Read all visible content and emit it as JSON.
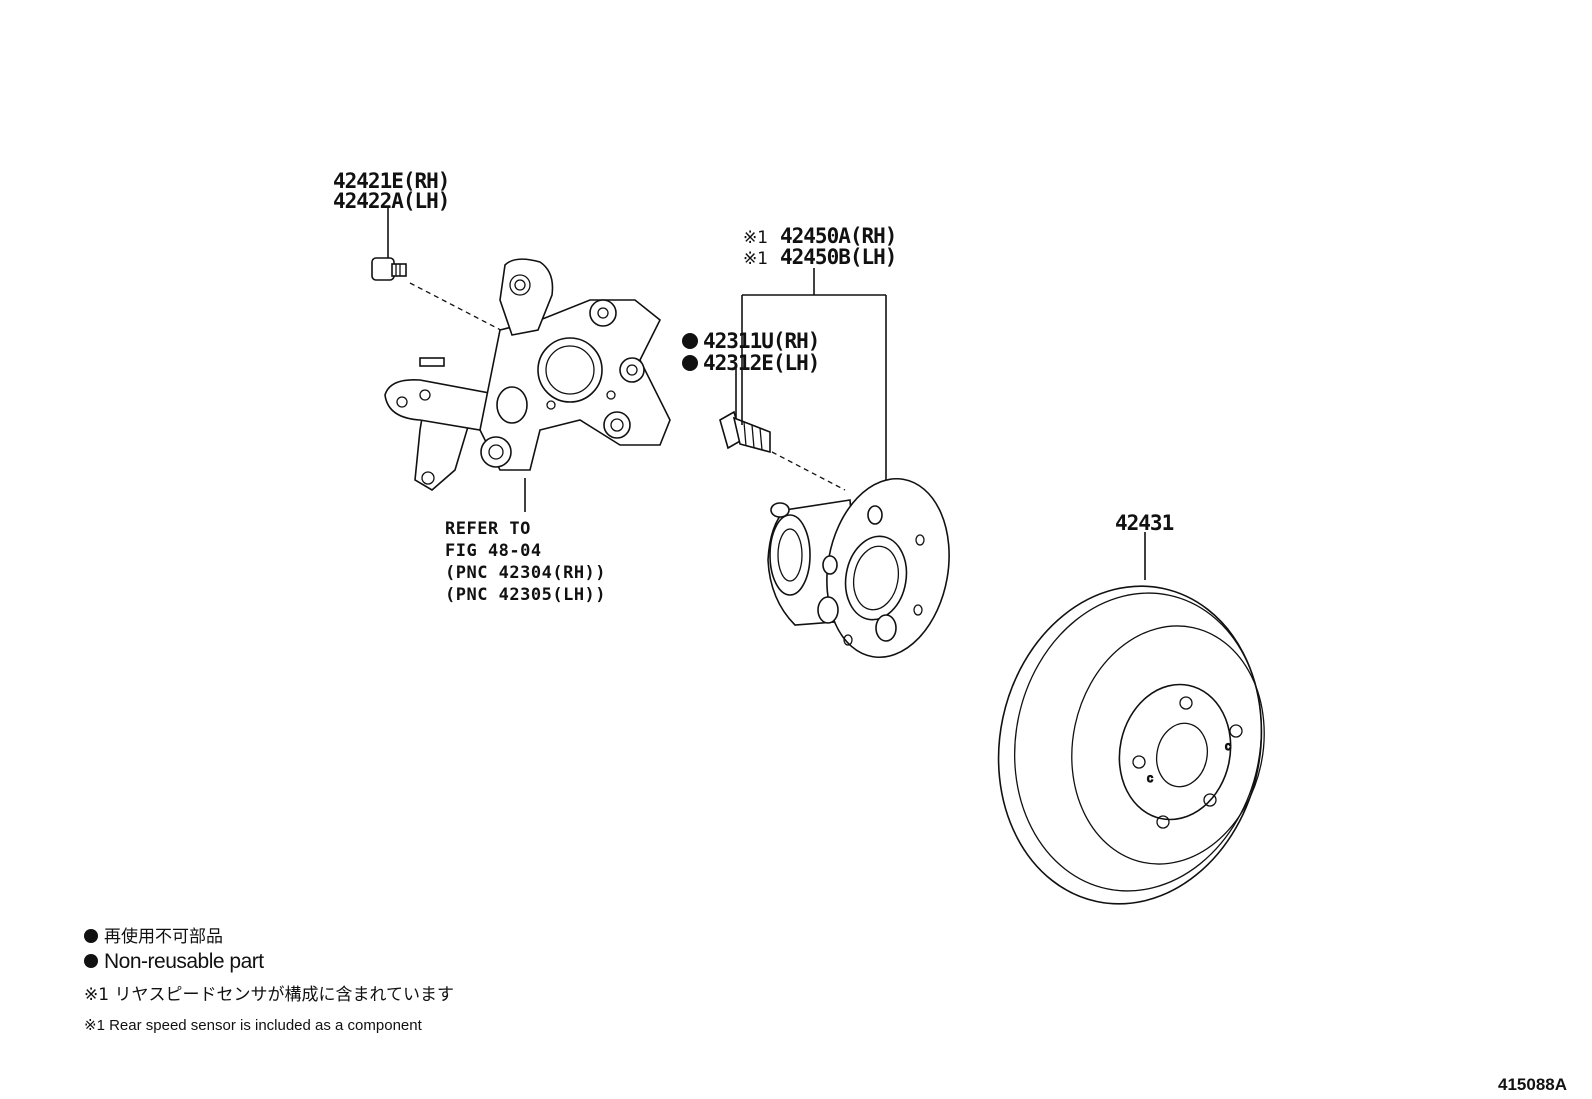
{
  "callouts": {
    "bolt_rh": "42421E(RH)",
    "bolt_lh": "42422A(LH)",
    "hub_marker": "※1",
    "hub_rh": "42450A(RH)",
    "hub_lh": "42450B(LH)",
    "hubbolt_rh": "42311U(RH)",
    "hubbolt_lh": "42312E(LH)",
    "disc": "42431",
    "refer_line1": "REFER TO",
    "refer_line2": "FIG 48-04",
    "refer_line3": "(PNC 42304(RH))",
    "refer_line4": "(PNC 42305(LH))"
  },
  "legend": {
    "nonreusable_jp": "再使用不可部品",
    "nonreusable_en": "Non-reusable part",
    "note1_jp": "※1 リヤスピードセンサが構成に含まれています",
    "note1_en": "※1 Rear speed sensor is included as a component"
  },
  "figure_code": "415088A"
}
